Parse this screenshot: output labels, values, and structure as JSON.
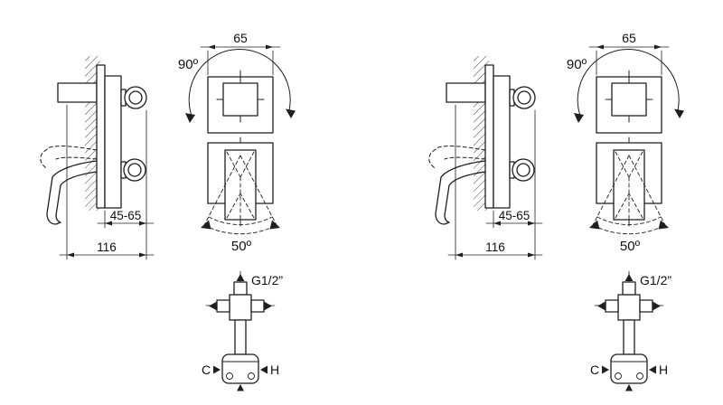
{
  "figure": {
    "type": "technical-installation-diagram",
    "subject": "concealed shower mixer valve dimensions",
    "colors": {
      "line": "#1f1f1f",
      "background": "#ffffff",
      "text": "#111111"
    },
    "panels": [
      {
        "name": "left",
        "labels": {
          "top_width": "65",
          "rotation": "90º",
          "depth_range": "45-65",
          "total_depth": "116",
          "swivel": "50º",
          "thread": "G1/2”",
          "cold": "C",
          "hot": "H"
        }
      },
      {
        "name": "right",
        "labels": {
          "top_width": "65",
          "rotation": "90º",
          "depth_range": "45-65",
          "total_depth": "116",
          "swivel": "50º",
          "thread": "G1/2”",
          "cold": "C",
          "hot": "H"
        }
      }
    ]
  }
}
